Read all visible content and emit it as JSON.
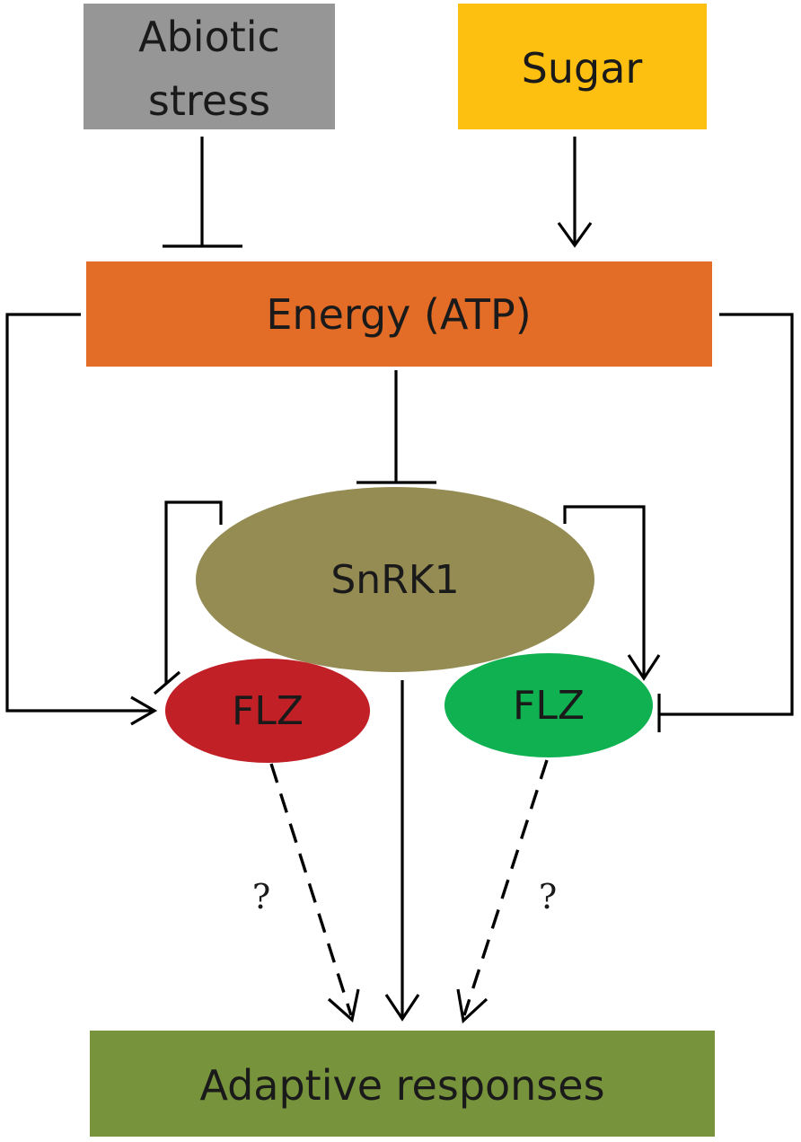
{
  "nodes": {
    "abiotic_stress": {
      "lines": [
        "Abiotic",
        "stress"
      ],
      "color": "#969696"
    },
    "sugar": {
      "label": "Sugar",
      "color": "#fdc010"
    },
    "energy": {
      "label": "Energy (ATP)",
      "color": "#e36c26"
    },
    "snrk1": {
      "label": "SnRK1",
      "color": "#958c54"
    },
    "flz_left": {
      "label": "FLZ",
      "color": "#c12026"
    },
    "flz_right": {
      "label": "FLZ",
      "color": "#0fb150"
    },
    "adaptive": {
      "label": "Adaptive responses",
      "color": "#77933b"
    }
  },
  "annotations": {
    "left_question": "?",
    "right_question": "?"
  },
  "edges": [
    {
      "from": "abiotic_stress",
      "to": "energy",
      "type": "inhibition"
    },
    {
      "from": "sugar",
      "to": "energy",
      "type": "activation"
    },
    {
      "from": "energy",
      "to": "snrk1",
      "type": "inhibition"
    },
    {
      "from": "energy",
      "to": "flz_left",
      "type": "activation"
    },
    {
      "from": "energy",
      "to": "flz_right",
      "type": "inhibition"
    },
    {
      "from": "snrk1",
      "to": "flz_left",
      "type": "inhibition"
    },
    {
      "from": "snrk1",
      "to": "flz_right",
      "type": "activation"
    },
    {
      "from": "snrk1",
      "to": "adaptive",
      "type": "activation"
    },
    {
      "from": "flz_left",
      "to": "adaptive",
      "type": "uncertain"
    },
    {
      "from": "flz_right",
      "to": "adaptive",
      "type": "uncertain"
    }
  ]
}
